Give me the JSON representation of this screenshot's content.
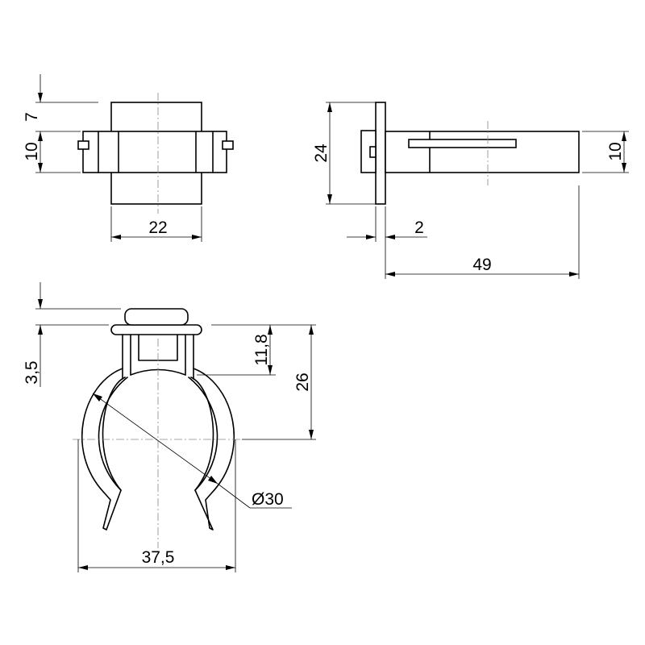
{
  "dimensions": {
    "top_view_top_height": "7",
    "top_view_body_height": "10",
    "top_view_width": "22",
    "side_view_height": "24",
    "side_view_arm_height": "10",
    "side_view_plate_thickness": "2",
    "side_view_length": "49",
    "front_view_cap_height": "3,5",
    "front_view_neck_height": "11,8",
    "front_view_center_height": "26",
    "front_view_diameter": "Ø30",
    "front_view_width": "37,5"
  }
}
